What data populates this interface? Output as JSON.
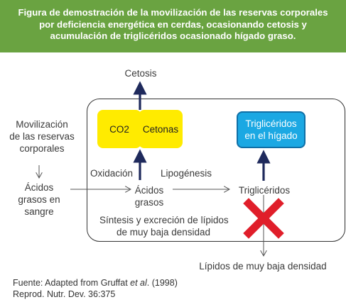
{
  "header": {
    "lines": [
      "Figura de demostración de la movilización de las reservas corporales",
      "por deficiencia energética en cerdas, ocasionando cetosis y",
      "acumulación de triglicéridos ocasionado hígado graso."
    ]
  },
  "diagram": {
    "cetosis": "Cetosis",
    "movilizacion": [
      "Movilización",
      "de las reservas",
      "corporales"
    ],
    "acidos_sangre": [
      "Ácidos",
      "grasos en",
      "sangre"
    ],
    "co2": "CO2",
    "cetonas": "Cetonas",
    "trigliceridos_higado": [
      "Triglicéridos",
      "en el hígado"
    ],
    "oxidacion": "Oxidación",
    "lipogenesis": "Lipogénesis",
    "acidos_grasos": [
      "Ácidos",
      "grasos"
    ],
    "trigliceridos": "Triglicéridos",
    "sintesis": [
      "Síntesis y excreción de lípidos",
      "de muy baja densidad"
    ],
    "lipidos": "Lípidos de muy baja densidad",
    "colors": {
      "header_bg": "#6aa341",
      "yellow_box": "#ffeb00",
      "blue_box": "#1ba8e3",
      "cross": "#e01e2a",
      "arrow_dark": "#1f2a5c"
    }
  },
  "source": {
    "line1_pre": "Fuente: Adapted from Gruffat ",
    "line1_italic": "et al",
    "line1_post": ". (1998)",
    "line2": "Reprod. Nutr. Dev. 36:375"
  }
}
